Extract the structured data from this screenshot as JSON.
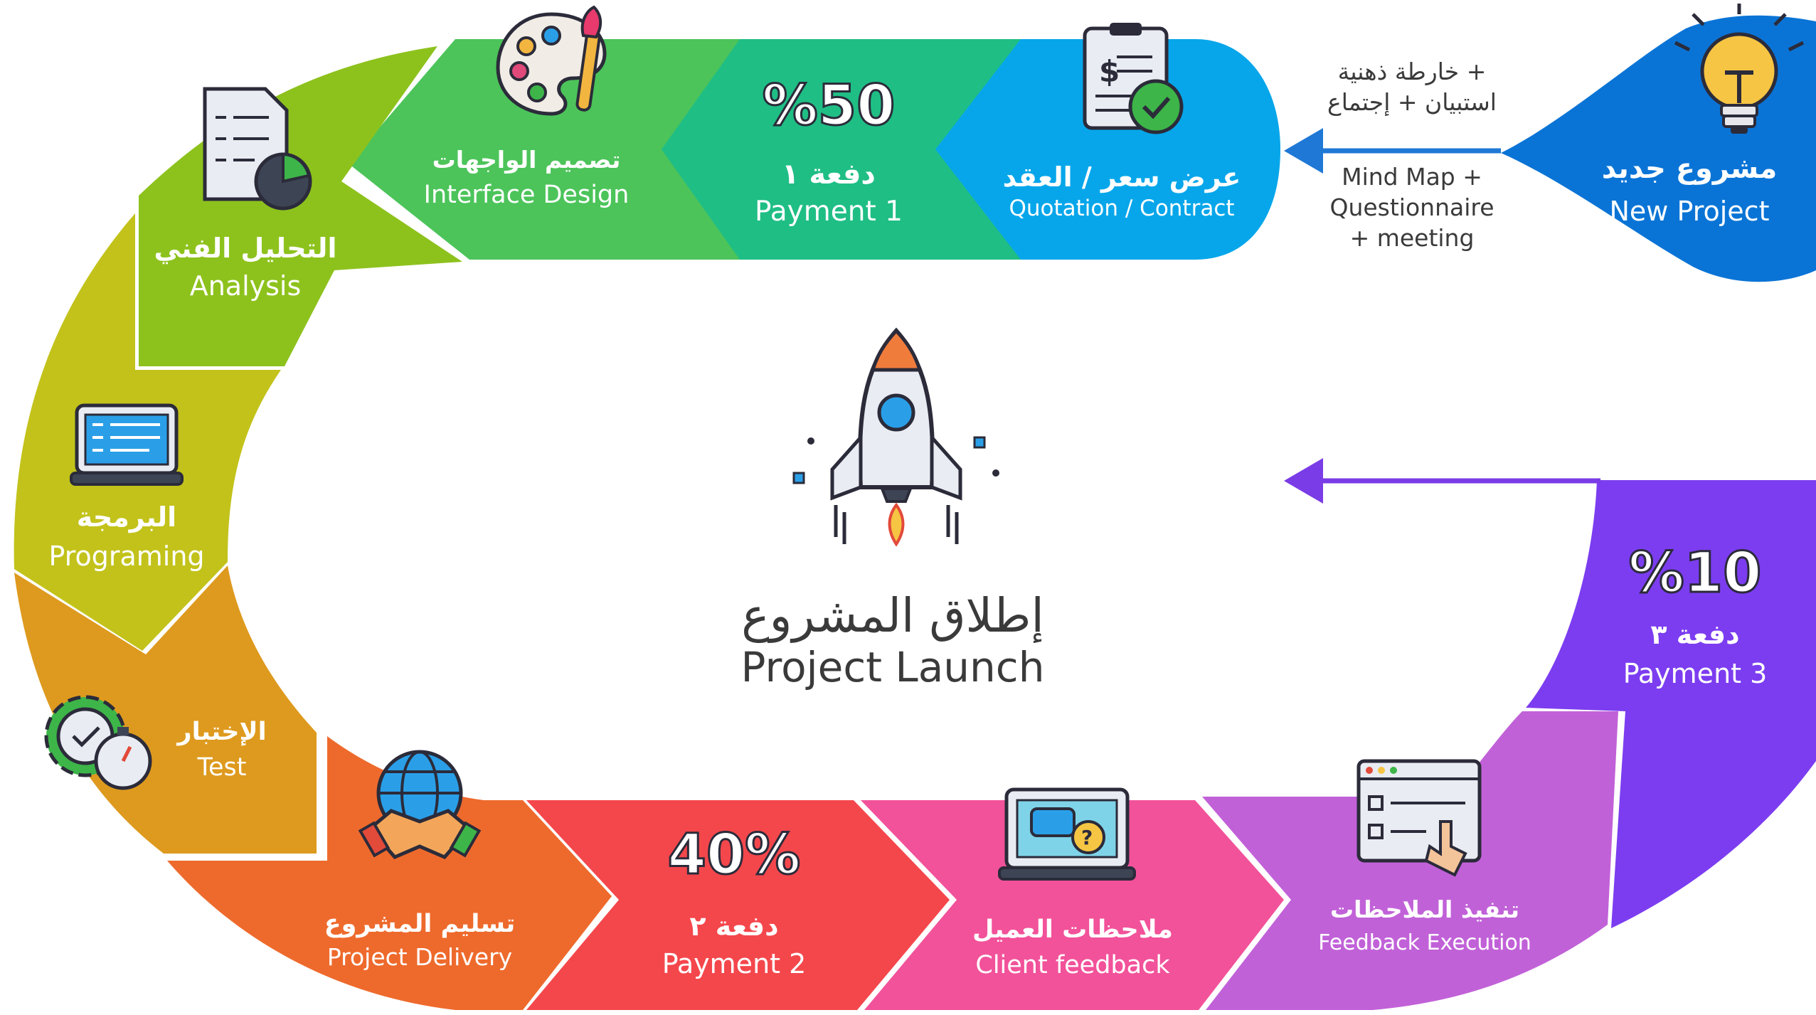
{
  "center": {
    "title_ar": "إطلاق المشروع",
    "title_en": "Project Launch"
  },
  "kickoff_note": {
    "ar_line1": "خارطة ذهنية +",
    "ar_line2": "استبيان + إجتماع",
    "en_line1": "Mind Map +",
    "en_line2": "Questionnaire",
    "en_line3": "+ meeting"
  },
  "steps": [
    {
      "id": "new-project",
      "ar": "مشروع جديد",
      "en": "New Project",
      "color": "#0a74d6",
      "icon": "lightbulb-icon"
    },
    {
      "id": "quotation",
      "ar": "عرض سعر / العقد",
      "en": "Quotation / Contract",
      "color": "#07a6ea",
      "icon": "invoice-check-icon"
    },
    {
      "id": "payment-1",
      "ar": "دفعة ١",
      "en": "Payment 1",
      "percent": "%50",
      "color": "#1fbe85",
      "icon": ""
    },
    {
      "id": "interface-design",
      "ar": "تصميم الواجهات",
      "en": "Interface Design",
      "color": "#4cc45a",
      "icon": "palette-icon"
    },
    {
      "id": "analysis",
      "ar": "التحليل الفني",
      "en": "Analysis",
      "color": "#8dc21d",
      "icon": "report-chart-icon"
    },
    {
      "id": "programing",
      "ar": "البرمجة",
      "en": "Programing",
      "color": "#c2c21b",
      "icon": "laptop-code-icon"
    },
    {
      "id": "test",
      "ar": "الإختبار",
      "en": "Test",
      "color": "#de9a1e",
      "icon": "gear-stopwatch-icon"
    },
    {
      "id": "project-delivery",
      "ar": "تسليم المشروع",
      "en": "Project Delivery",
      "color": "#ee6a2c",
      "icon": "handshake-globe-icon"
    },
    {
      "id": "payment-2",
      "ar": "دفعة ٢",
      "en": "Payment 2",
      "percent": "40%",
      "color": "#f4474c",
      "icon": ""
    },
    {
      "id": "client-feedback",
      "ar": "ملاحظات العميل",
      "en": "Client feedback",
      "color": "#f2529a",
      "icon": "laptop-chat-icon"
    },
    {
      "id": "feedback-execution",
      "ar": "تنفيذ الملاحظات",
      "en": "Feedback Execution",
      "color": "#c161d8",
      "icon": "browser-checklist-icon"
    },
    {
      "id": "payment-3",
      "ar": "دفعة ٣",
      "en": "Payment 3",
      "percent": "%10",
      "color": "#7c3df0",
      "icon": ""
    }
  ],
  "colors": {
    "arrow": "#1f78d6",
    "launch_arrow": "#7a3ce6",
    "text_dark": "#3a3a3a"
  }
}
